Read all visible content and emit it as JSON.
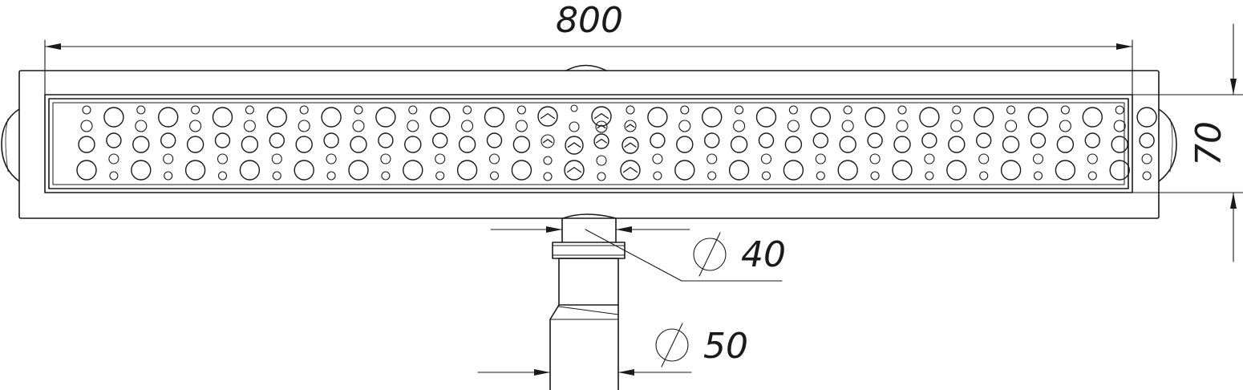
{
  "dimensions": {
    "length": "800",
    "height": "70",
    "outlet_small": "40",
    "outlet_large": "50"
  },
  "colors": {
    "line": "#1a1a1a",
    "background": "#ffffff"
  }
}
